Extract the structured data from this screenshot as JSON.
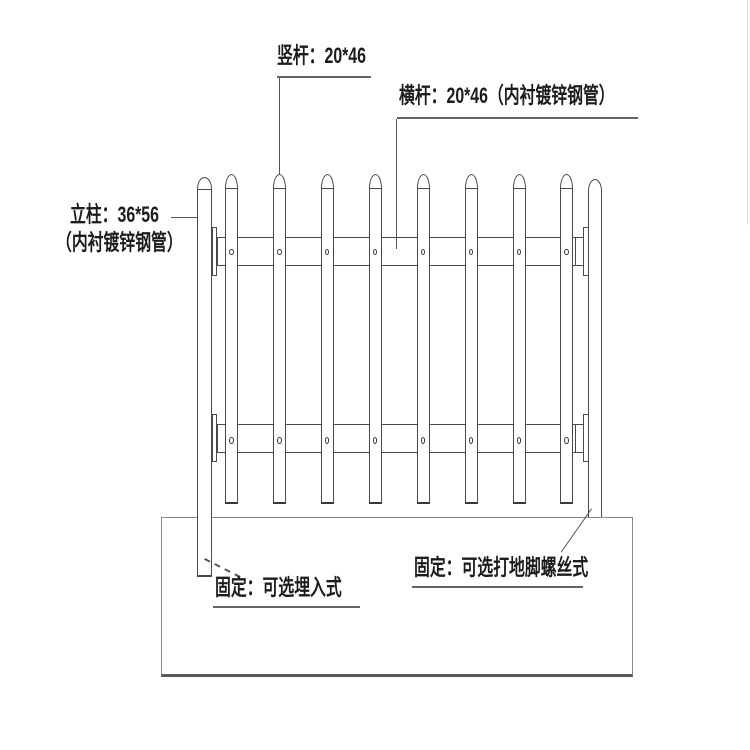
{
  "annotations": {
    "vertical_picket_label": "竖杆：20*46",
    "horizontal_rail_label": "横杆：20*46（内衬镀锌钢管）",
    "post_label_line1": "立柱：36*56",
    "post_label_line2": "（内衬镀锌钢管）",
    "fixing_embedded_label": "固定：可选埋入式",
    "fixing_anchor_label": "固定：可选打地脚螺丝式"
  },
  "diagram": {
    "type": "fence-structure-line-drawing",
    "picket_count": 8,
    "rail_count": 2,
    "post_count": 2,
    "screws_per_rail": 8,
    "specs": {
      "picket_section": "20*46",
      "rail_section": "20*46",
      "post_section": "36*56"
    },
    "fixing_options": [
      "可选埋入式",
      "可选打地脚螺丝式"
    ]
  },
  "colors": {
    "line": "#4a4a4a",
    "line_dark": "#3a3a3a",
    "text": "#1c1c1c",
    "ground_border": "#8a8a8a",
    "background": "#ffffff"
  }
}
